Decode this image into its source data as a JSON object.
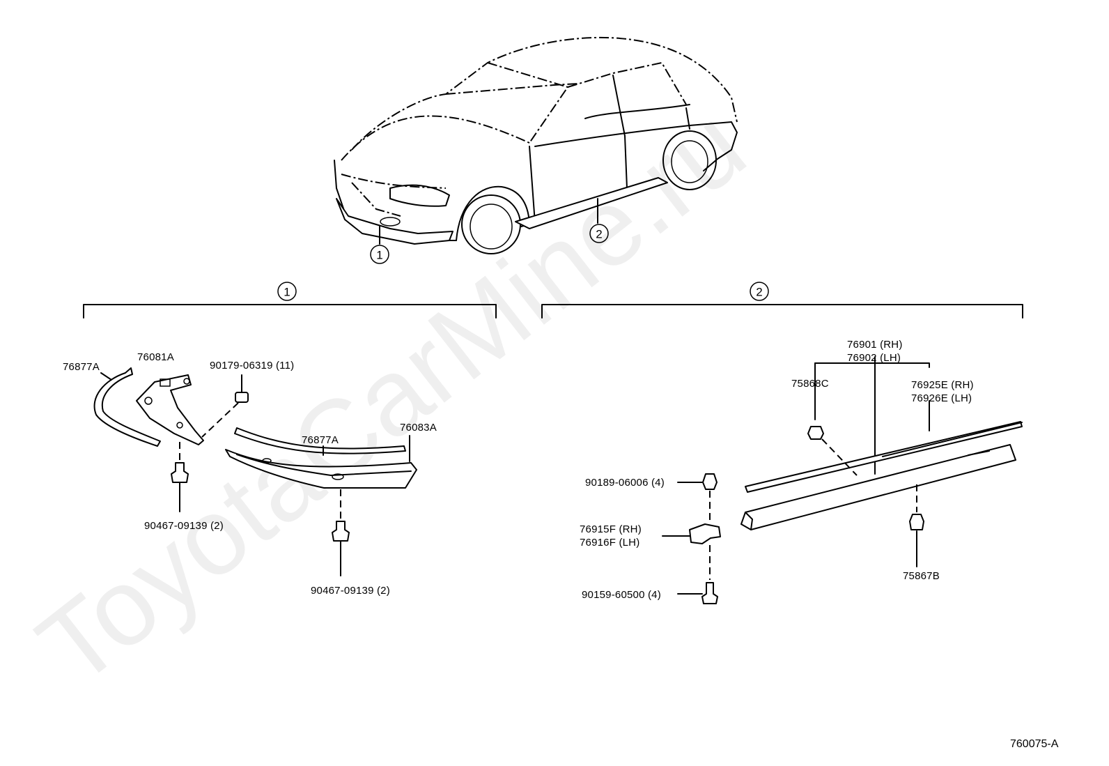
{
  "watermark": "ToyotaCarMine.ru",
  "diagram_code": "760075-A",
  "callouts": {
    "one": "1",
    "two": "2"
  },
  "group1": {
    "labels": {
      "trim_left": "76877A",
      "bracket": "76081A",
      "clip_nut": "90179-06319 (11)",
      "trim_center": "76877A",
      "spoiler": "76083A",
      "clip_bottom_left": "90467-09139 (2)",
      "clip_bottom_center": "90467-09139 (2)"
    }
  },
  "group2": {
    "labels": {
      "rocker_rh": "76901 (RH)",
      "rocker_lh": "76902 (LH)",
      "clip_75868c": "75868C",
      "mold_rh": "76925E (RH)",
      "mold_lh": "76926E (LH)",
      "clip_90189": "90189-06006 (4)",
      "bracket_rh": "76915F (RH)",
      "bracket_lh": "76916F (LH)",
      "screw_90159": "90159-60500 (4)",
      "clip_75867b": "75867B"
    }
  }
}
